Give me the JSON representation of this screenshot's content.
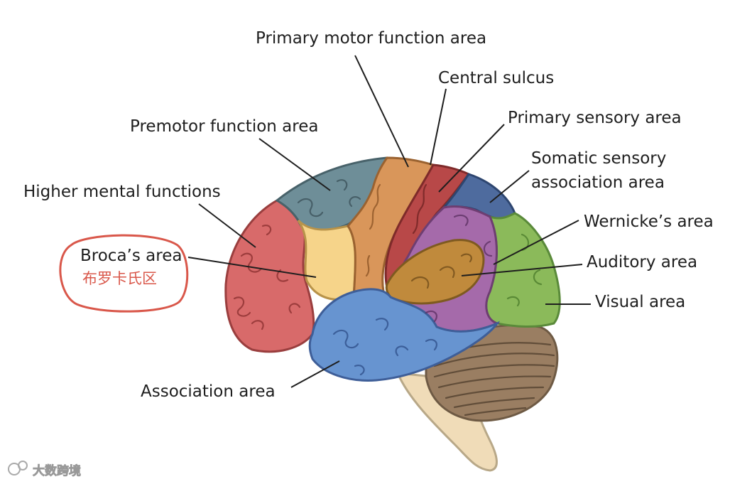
{
  "labels": {
    "primary_motor": "Primary motor function area",
    "central_sulcus": "Central sulcus",
    "primary_sensory": "Primary sensory area",
    "premotor": "Premotor function area",
    "somatic_line1": "Somatic sensory",
    "somatic_line2": "association area",
    "higher_mental": "Higher mental functions",
    "wernicke": "Wernicke’s area",
    "broca": "Broca’s area",
    "broca_cn": "布罗卡氏区",
    "auditory": "Auditory area",
    "visual": "Visual area",
    "association": "Association area"
  },
  "watermark": "大数跨境",
  "colors": {
    "higher_mental": "#d86a6a",
    "premotor": "#6e8e98",
    "primary_motor": "#d9965a",
    "primary_sensory": "#b84848",
    "somatic_sensory": "#4e6b9e",
    "wernicke": "#a56aaa",
    "auditory": "#c08a3c",
    "visual": "#8bba5a",
    "broca": "#f6d48a",
    "association": "#6794d0",
    "cerebellum": "#9a7e62",
    "brainstem": "#f0dcb8",
    "highlight_circle": "#d9574a"
  }
}
